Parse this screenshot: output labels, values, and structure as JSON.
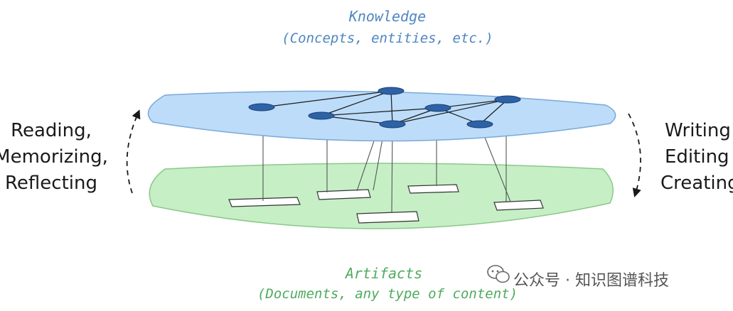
{
  "knowledge_layer": {
    "title": "Knowledge",
    "subtitle": "(Concepts, entities, etc.)",
    "fill": "#bcdcf9",
    "node_color": "#2e62a6"
  },
  "artifacts_layer": {
    "title": "Artifacts",
    "subtitle": "(Documents, any type of content)",
    "fill": "#c6efc6"
  },
  "left_cycle": {
    "lines": [
      "Reading,",
      "Memorizing,",
      "Reflecting"
    ]
  },
  "right_cycle": {
    "lines": [
      "Writing",
      "Editing",
      "Creating"
    ]
  },
  "watermark": {
    "text": "公众号 · 知识图谱科技",
    "icon": "wechat-icon"
  }
}
